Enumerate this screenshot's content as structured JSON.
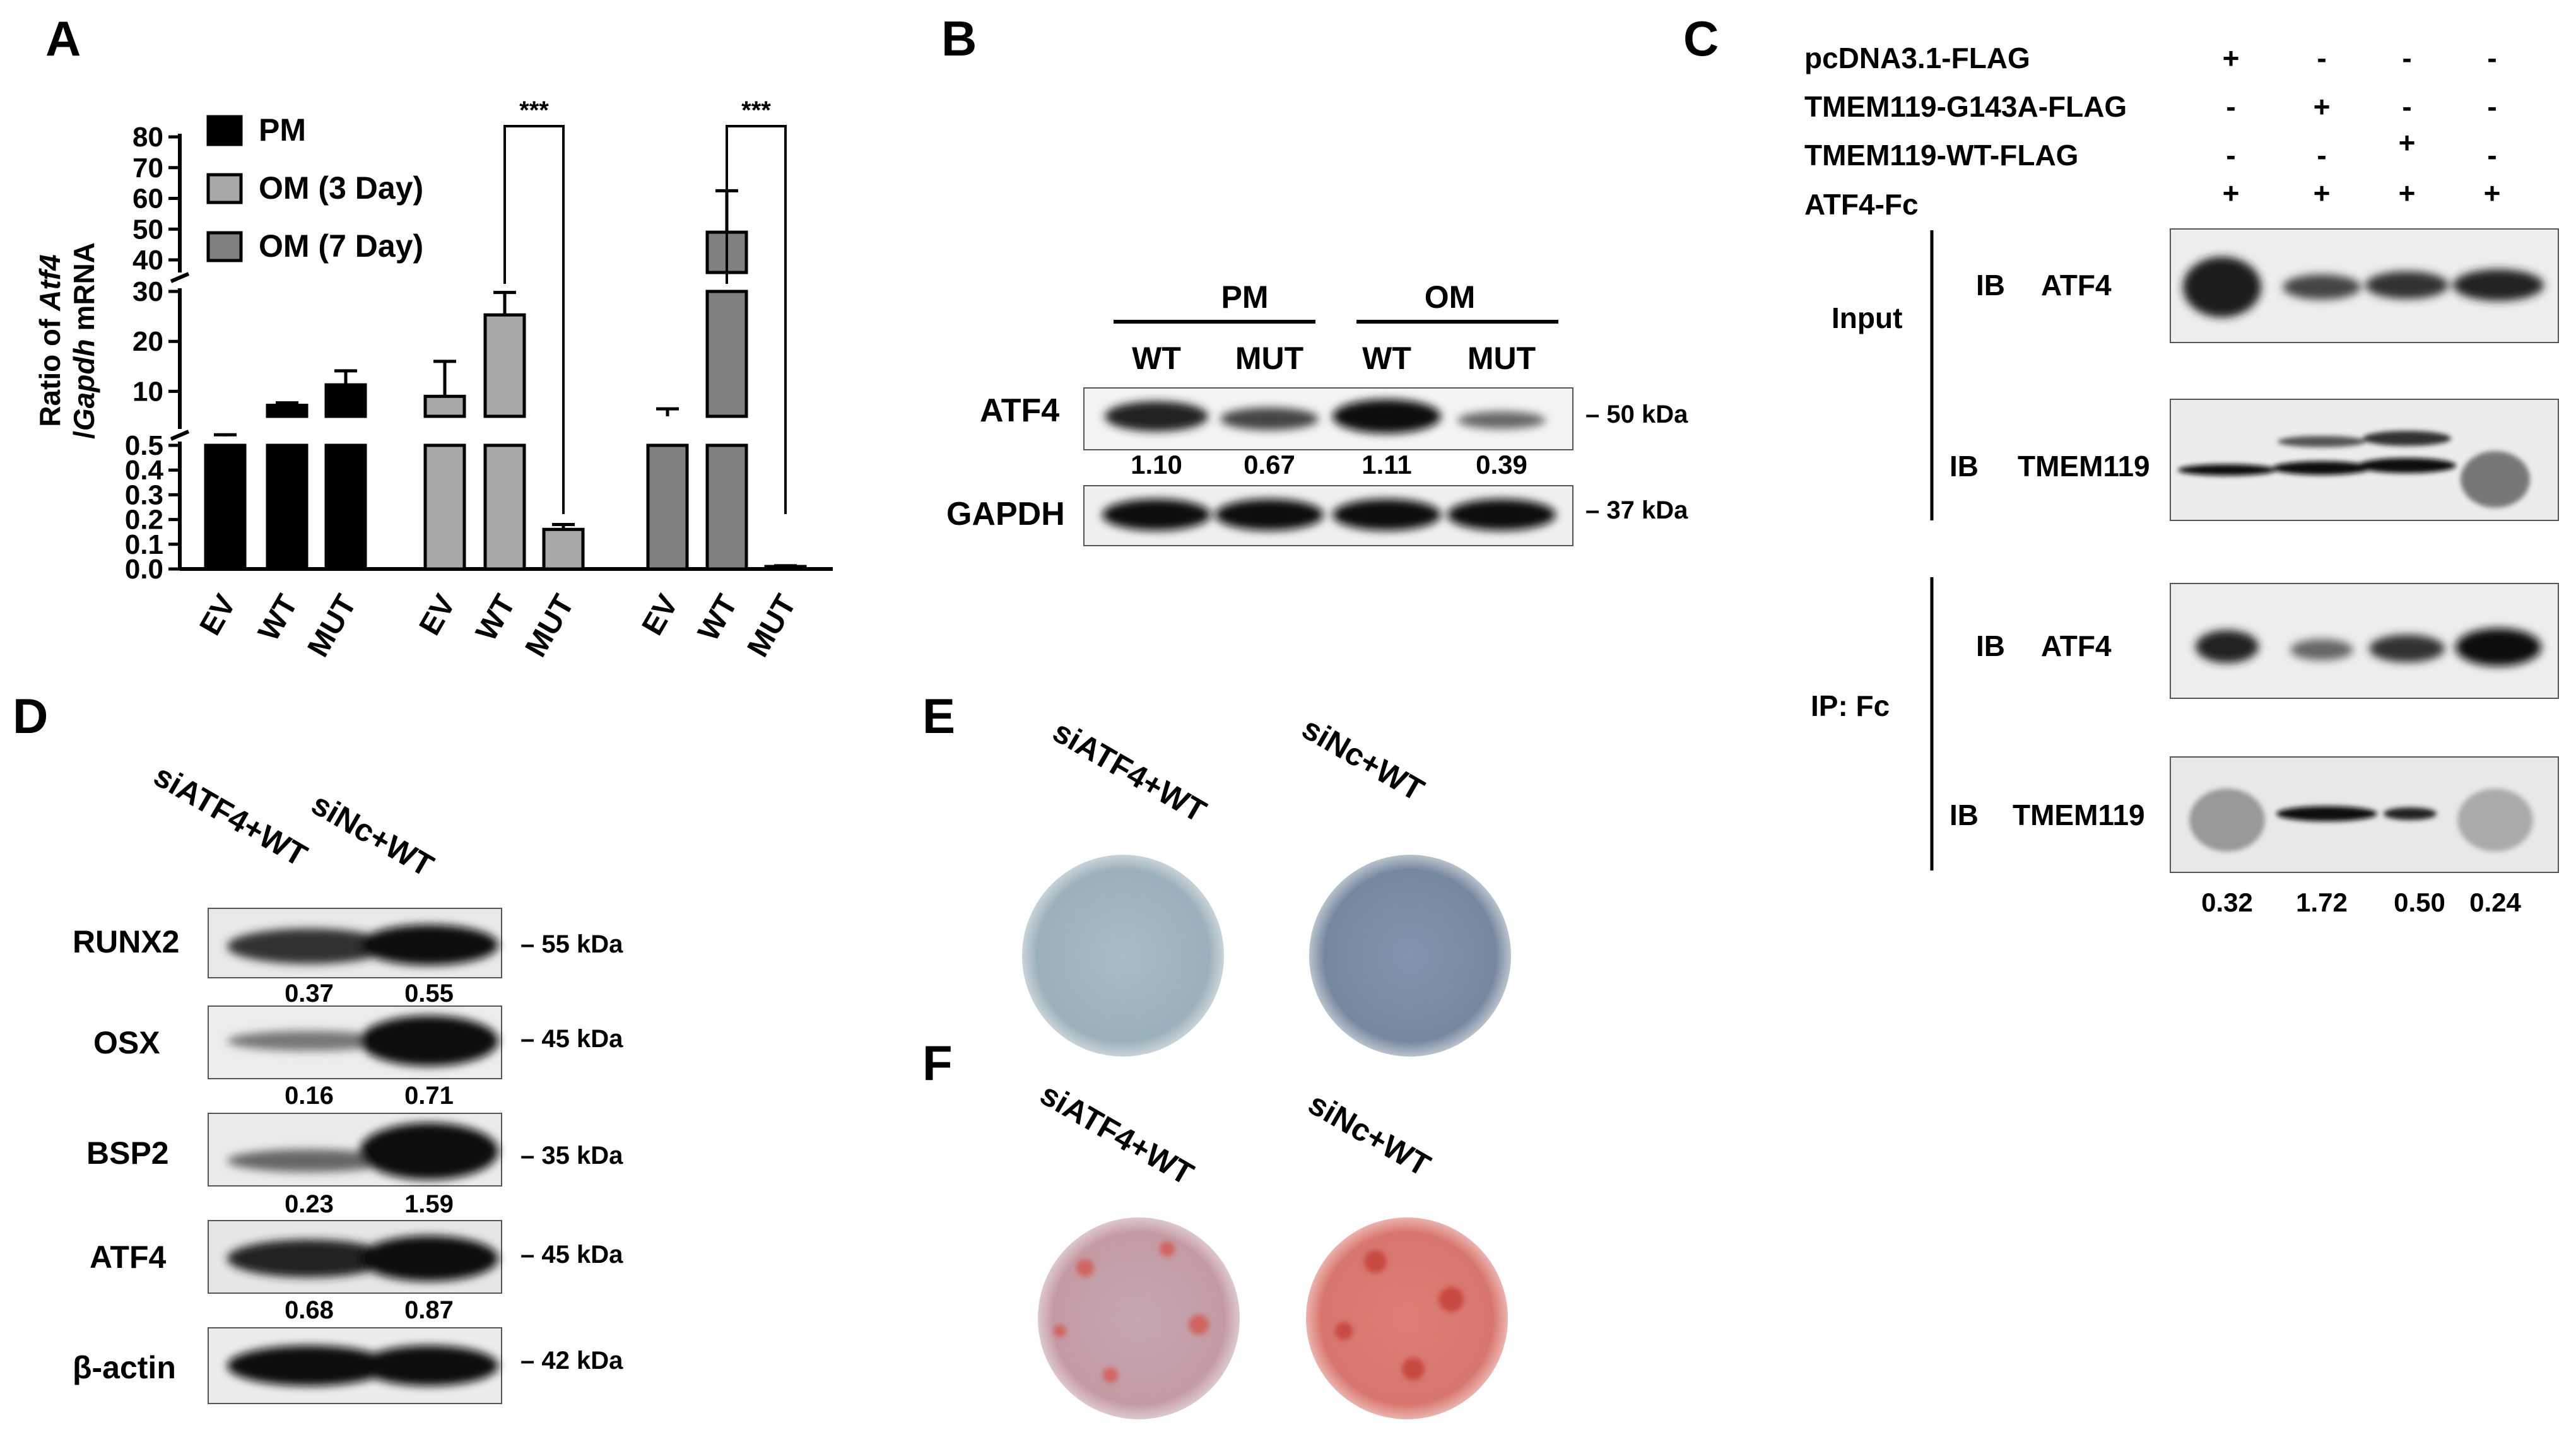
{
  "panels": {
    "A": {
      "letter": "A"
    },
    "B": {
      "letter": "B"
    },
    "C": {
      "letter": "C"
    },
    "D": {
      "letter": "D"
    },
    "E": {
      "letter": "E"
    },
    "F": {
      "letter": "F"
    }
  },
  "chart_data": {
    "type": "bar",
    "ylabel": "Ratio of Atf4 /Gapdh mRNA",
    "ylabel_parts": {
      "l1_a": "Ratio of ",
      "l1_b": "Atf4",
      "l2_a": "/",
      "l2_b": "Gapdh",
      "l2_c": " mRNA"
    },
    "axis_breaks": true,
    "y_segments": [
      {
        "range": [
          0,
          0.5
        ],
        "ticks": [
          "0.0",
          "0.1",
          "0.2",
          "0.3",
          "0.4",
          "0.5"
        ]
      },
      {
        "range": [
          5,
          30
        ],
        "ticks": [
          "10",
          "20",
          "30"
        ]
      },
      {
        "range": [
          40,
          80
        ],
        "ticks": [
          "40",
          "50",
          "60",
          "70",
          "80"
        ]
      }
    ],
    "groups": [
      "PM",
      "OM (3 Day)",
      "OM (7 Day)"
    ],
    "categories": [
      "EV",
      "WT",
      "MUT"
    ],
    "colors": {
      "PM": "#000000",
      "OM (3 Day)": "#a8a8a8",
      "OM (7 Day)": "#808080"
    },
    "series": [
      {
        "name": "PM",
        "values": [
          1.0,
          7.2,
          11.3
        ],
        "errors": [
          0.3,
          0.5,
          2.8
        ]
      },
      {
        "name": "OM (3 Day)",
        "values": [
          9.0,
          25.3,
          0.16
        ],
        "errors": [
          7.0,
          4.5,
          0.02
        ]
      },
      {
        "name": "OM (7 Day)",
        "values": [
          5.0,
          49.0,
          0.01
        ],
        "errors": [
          1.5,
          13.5,
          0.003
        ]
      }
    ],
    "annotations": [
      "***",
      "***"
    ],
    "legend": [
      {
        "label": "PM",
        "color": "#000000"
      },
      {
        "label": "OM (3 Day)",
        "color": "#a8a8a8"
      },
      {
        "label": "OM (7 Day)",
        "color": "#808080"
      }
    ],
    "legend_position": "top-left"
  },
  "blotB": {
    "groups": [
      "PM",
      "OM"
    ],
    "lanes": [
      "WT",
      "MUT",
      "WT",
      "MUT"
    ],
    "rows": [
      {
        "label": "ATF4",
        "kda": "– 50 kDa",
        "values": [
          "1.10",
          "0.67",
          "1.11",
          "0.39"
        ]
      },
      {
        "label": "GAPDH",
        "kda": "– 37 kDa",
        "values": []
      }
    ]
  },
  "blotC": {
    "conditions": [
      {
        "label": "pcDNA3.1-FLAG",
        "signs": [
          "+",
          "-",
          "-",
          "-"
        ]
      },
      {
        "label": "TMEM119-G143A-FLAG",
        "signs": [
          "-",
          "+",
          "-",
          "-"
        ]
      },
      {
        "label": "TMEM119-WT-FLAG",
        "signs": [
          "-",
          "-",
          "+",
          "-"
        ]
      },
      {
        "label": "ATF4-Fc",
        "signs": [
          "+",
          "+",
          "+",
          "+"
        ]
      }
    ],
    "input_label": "Input",
    "ip_label": "IP: Fc",
    "rows": [
      {
        "ib": "IB",
        "protein": "ATF4"
      },
      {
        "ib": "IB",
        "protein": "TMEM119"
      },
      {
        "ib": "IB",
        "protein": "ATF4"
      },
      {
        "ib": "IB",
        "protein": "TMEM119"
      }
    ],
    "values": [
      "0.32",
      "1.72",
      "0.50",
      "0.24"
    ]
  },
  "blotD": {
    "columns": [
      "siATF4+WT",
      "siNc+WT"
    ],
    "rows": [
      {
        "label": "RUNX2",
        "kda": "– 55 kDa",
        "values": [
          "0.37",
          "0.55"
        ]
      },
      {
        "label": "OSX",
        "kda": "– 45 kDa",
        "values": [
          "0.16",
          "0.71"
        ]
      },
      {
        "label": "BSP2",
        "kda": "– 35 kDa",
        "values": [
          "0.23",
          "1.59"
        ]
      },
      {
        "label": "ATF4",
        "kda": "– 45 kDa",
        "values": [
          "0.68",
          "0.87"
        ]
      },
      {
        "label": "β-actin",
        "kda": "– 42 kDa",
        "values": []
      }
    ]
  },
  "stainE": {
    "labels": [
      "siATF4+WT",
      "siNc+WT"
    ],
    "colors": [
      "#9fb4bf",
      "#7e8ea8"
    ]
  },
  "stainF": {
    "labels": [
      "siATF4+WT",
      "siNc+WT"
    ],
    "colors": [
      "#c9a2a6",
      "#d9807a"
    ]
  }
}
